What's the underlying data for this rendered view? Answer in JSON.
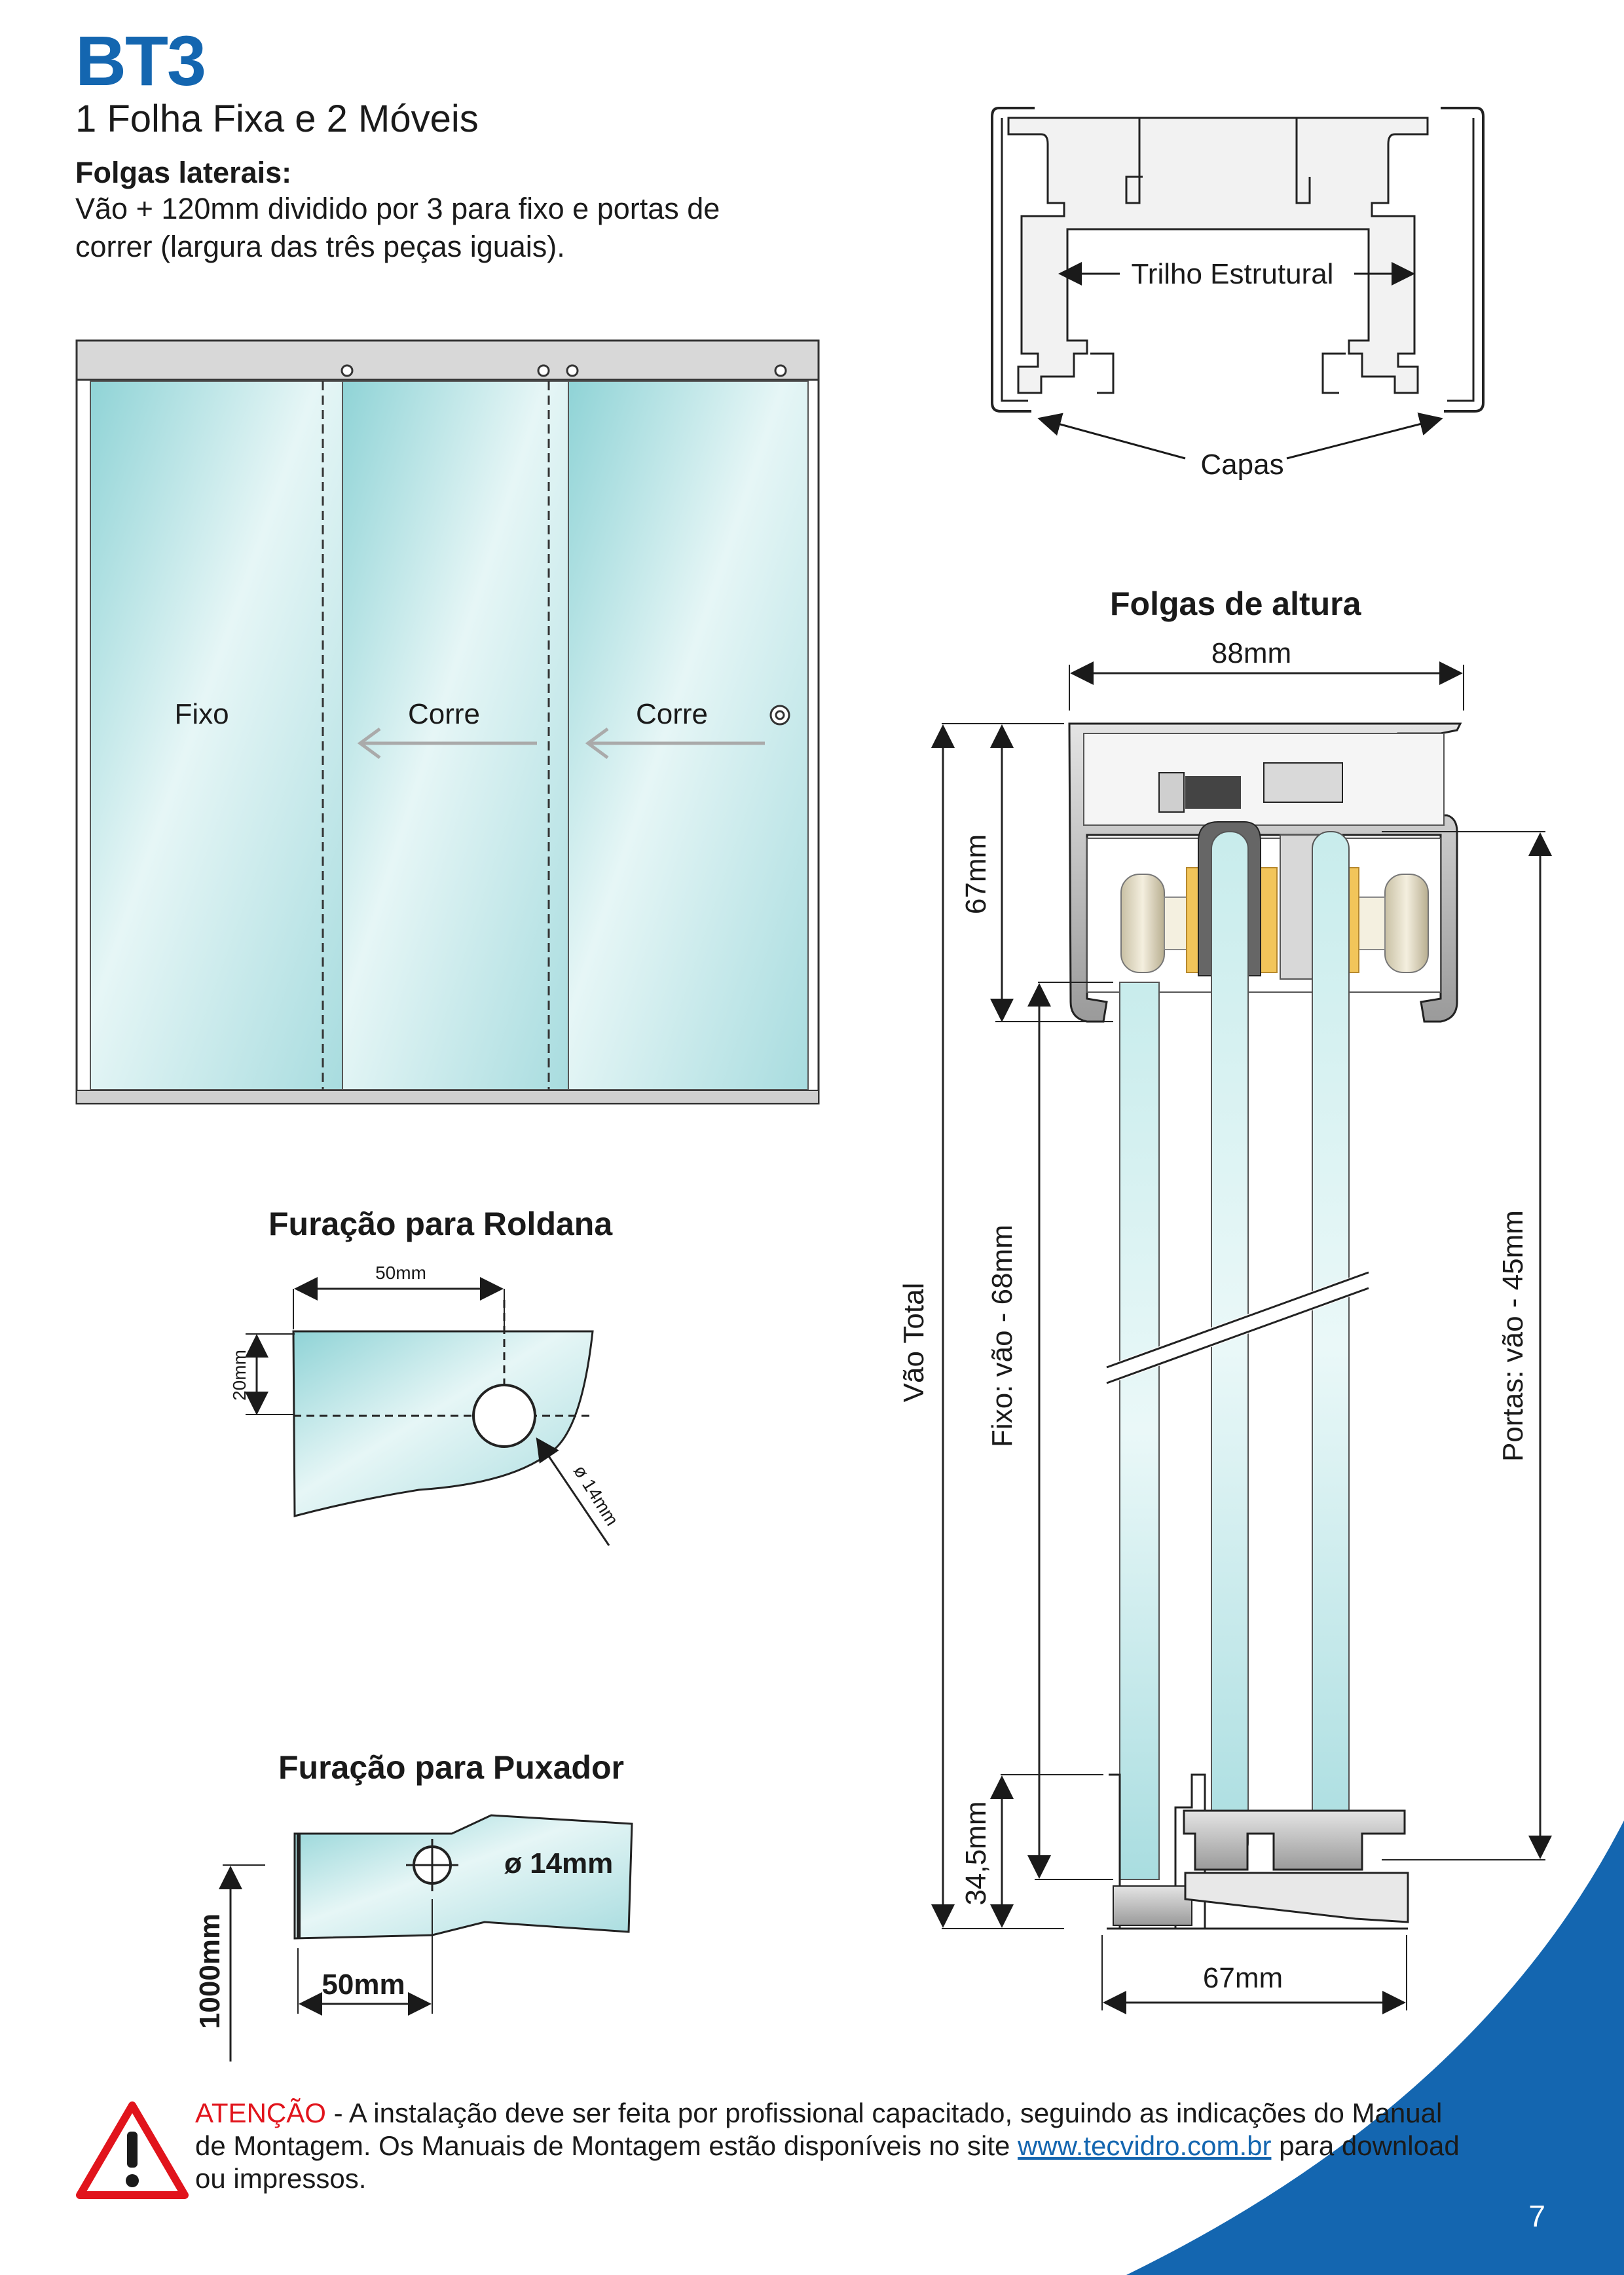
{
  "title": "BT3",
  "subtitle": "1 Folha Fixa e 2 Móveis",
  "folgas_laterais": {
    "heading": "Folgas laterais:",
    "text": "Vão + 120mm dividido por 3 para fixo e portas de correr (largura das três peças iguais)."
  },
  "door_diagram": {
    "panels": [
      "Fixo",
      "Corre",
      "Corre"
    ]
  },
  "trilho_diagram": {
    "label_trilho": "Trilho Estrutural",
    "label_capas": "Capas"
  },
  "roldana": {
    "heading": "Furação para Roldana",
    "dim_width": "50mm",
    "dim_height": "20mm",
    "dim_hole": "ø 14mm"
  },
  "puxador": {
    "heading": "Furação para Puxador",
    "dim_hole": "ø 14mm",
    "dim_width": "50mm",
    "dim_height": "1000mm"
  },
  "folgas_altura": {
    "heading": "Folgas de altura",
    "top_width": "88mm",
    "height_top": "67mm",
    "vao_total": "Vão Total",
    "fixo": "Fixo: vão - 68mm",
    "portas": "Portas: vão - 45mm",
    "bottom_height": "34,5mm",
    "bottom_width": "67mm"
  },
  "warning": {
    "attention": "ATENÇÃO",
    "text_1": " - A instalação deve ser feita por profissional capacitado, seguindo as indicações do Manual de Montagem. Os Manuais de Montagem estão disponíveis no site ",
    "link": "www.tecvidro.com.br",
    "text_2": " para download ou impressos."
  },
  "page_number": "7",
  "colors": {
    "brand_blue": "#1466b0",
    "warning_red": "#e1141c",
    "glass": "#b6e3e3"
  }
}
